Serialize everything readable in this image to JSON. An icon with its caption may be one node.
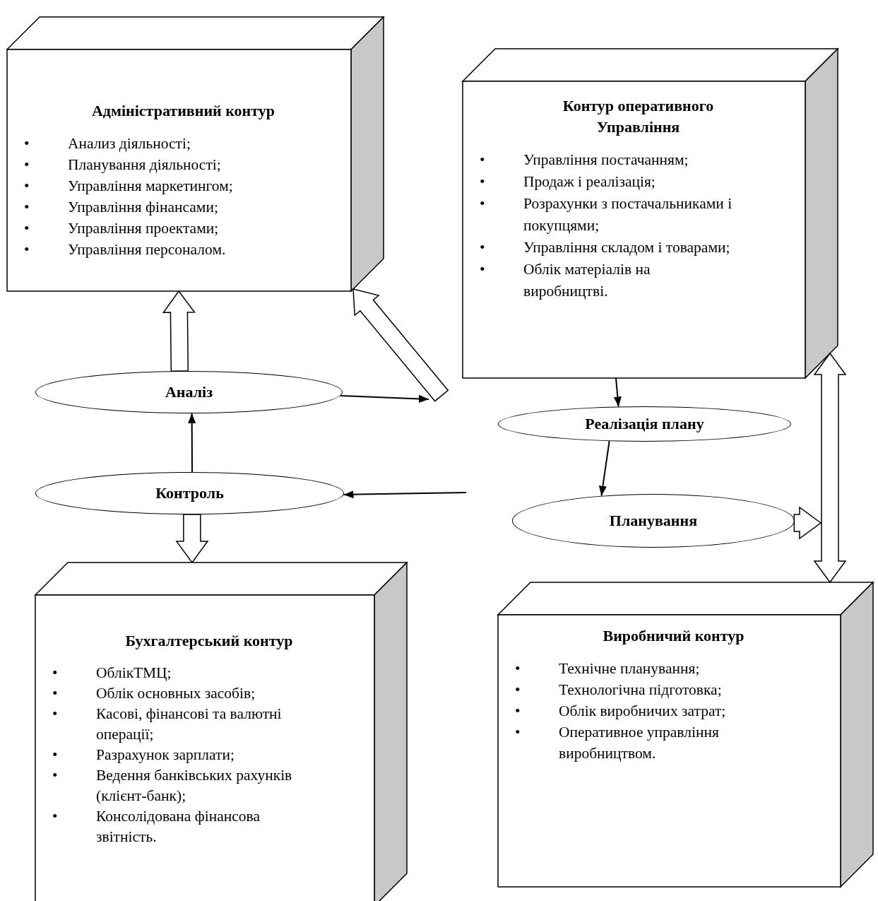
{
  "diagram": {
    "nodes": [
      {
        "text": [
          "Адміністративний контур",
          "• Анализ діяльності;",
          "• Планування діяльності;",
          "• Управління маркетингом;",
          "• Управління фінансами;",
          "• Управління проектами;",
          "• Управління персоналом."
        ]
      },
      {
        "text": [
          "Контур оперативного Управління",
          "• Управління постачанням;",
          "• Продаж і реалізація;",
          "• Розрахунки з постачальниками і покупцями;",
          "• Управління складом і товарами;",
          "• Облік матеріалів на виробництві."
        ]
      },
      {
        "text": [
          "Аналіз"
        ]
      },
      {
        "text": [
          "Реалізація плану"
        ]
      },
      {
        "text": [
          "Контроль"
        ]
      },
      {
        "text": [
          "Планування"
        ]
      },
      {
        "text": [
          "Бухгалтерський контур",
          "• ОблікТМЦ;",
          "• Облік основных засобів;",
          "• Касові, фінансові та валютні операції;",
          "• Разрахунок зарплати;",
          "• Ведення банківських рахунків (клієнт-банк);",
          "• Консолідована фінансова звітність."
        ]
      },
      {
        "text": [
          "Виробничий контур",
          "• Технічне планування;",
          "• Технологічна підготовка;",
          "• Облік виробничих затрат;",
          "• Оперативное управління виробництвом."
        ]
      }
    ],
    "edges": [
      {
        "from": 2,
        "to": 0,
        "arrow": "to",
        "style": "thick"
      },
      {
        "from": 2,
        "to": null,
        "arrow": "to"
      },
      {
        "from": null,
        "to": 0,
        "arrow": "to",
        "style": "thick"
      },
      {
        "from": 1,
        "to": 3,
        "arrow": "to"
      },
      {
        "from": 3,
        "to": 5,
        "arrow": "to"
      },
      {
        "from": null,
        "to": 4,
        "arrow": "to"
      },
      {
        "from": 4,
        "to": 2,
        "arrow": "to"
      },
      {
        "from": 4,
        "to": 6,
        "arrow": "to",
        "style": "thick"
      },
      {
        "from": 5,
        "to": null,
        "arrow": "to",
        "style": "thick"
      },
      {
        "from": 1,
        "to": 7,
        "arrow": "both",
        "style": "thick"
      }
    ]
  }
}
